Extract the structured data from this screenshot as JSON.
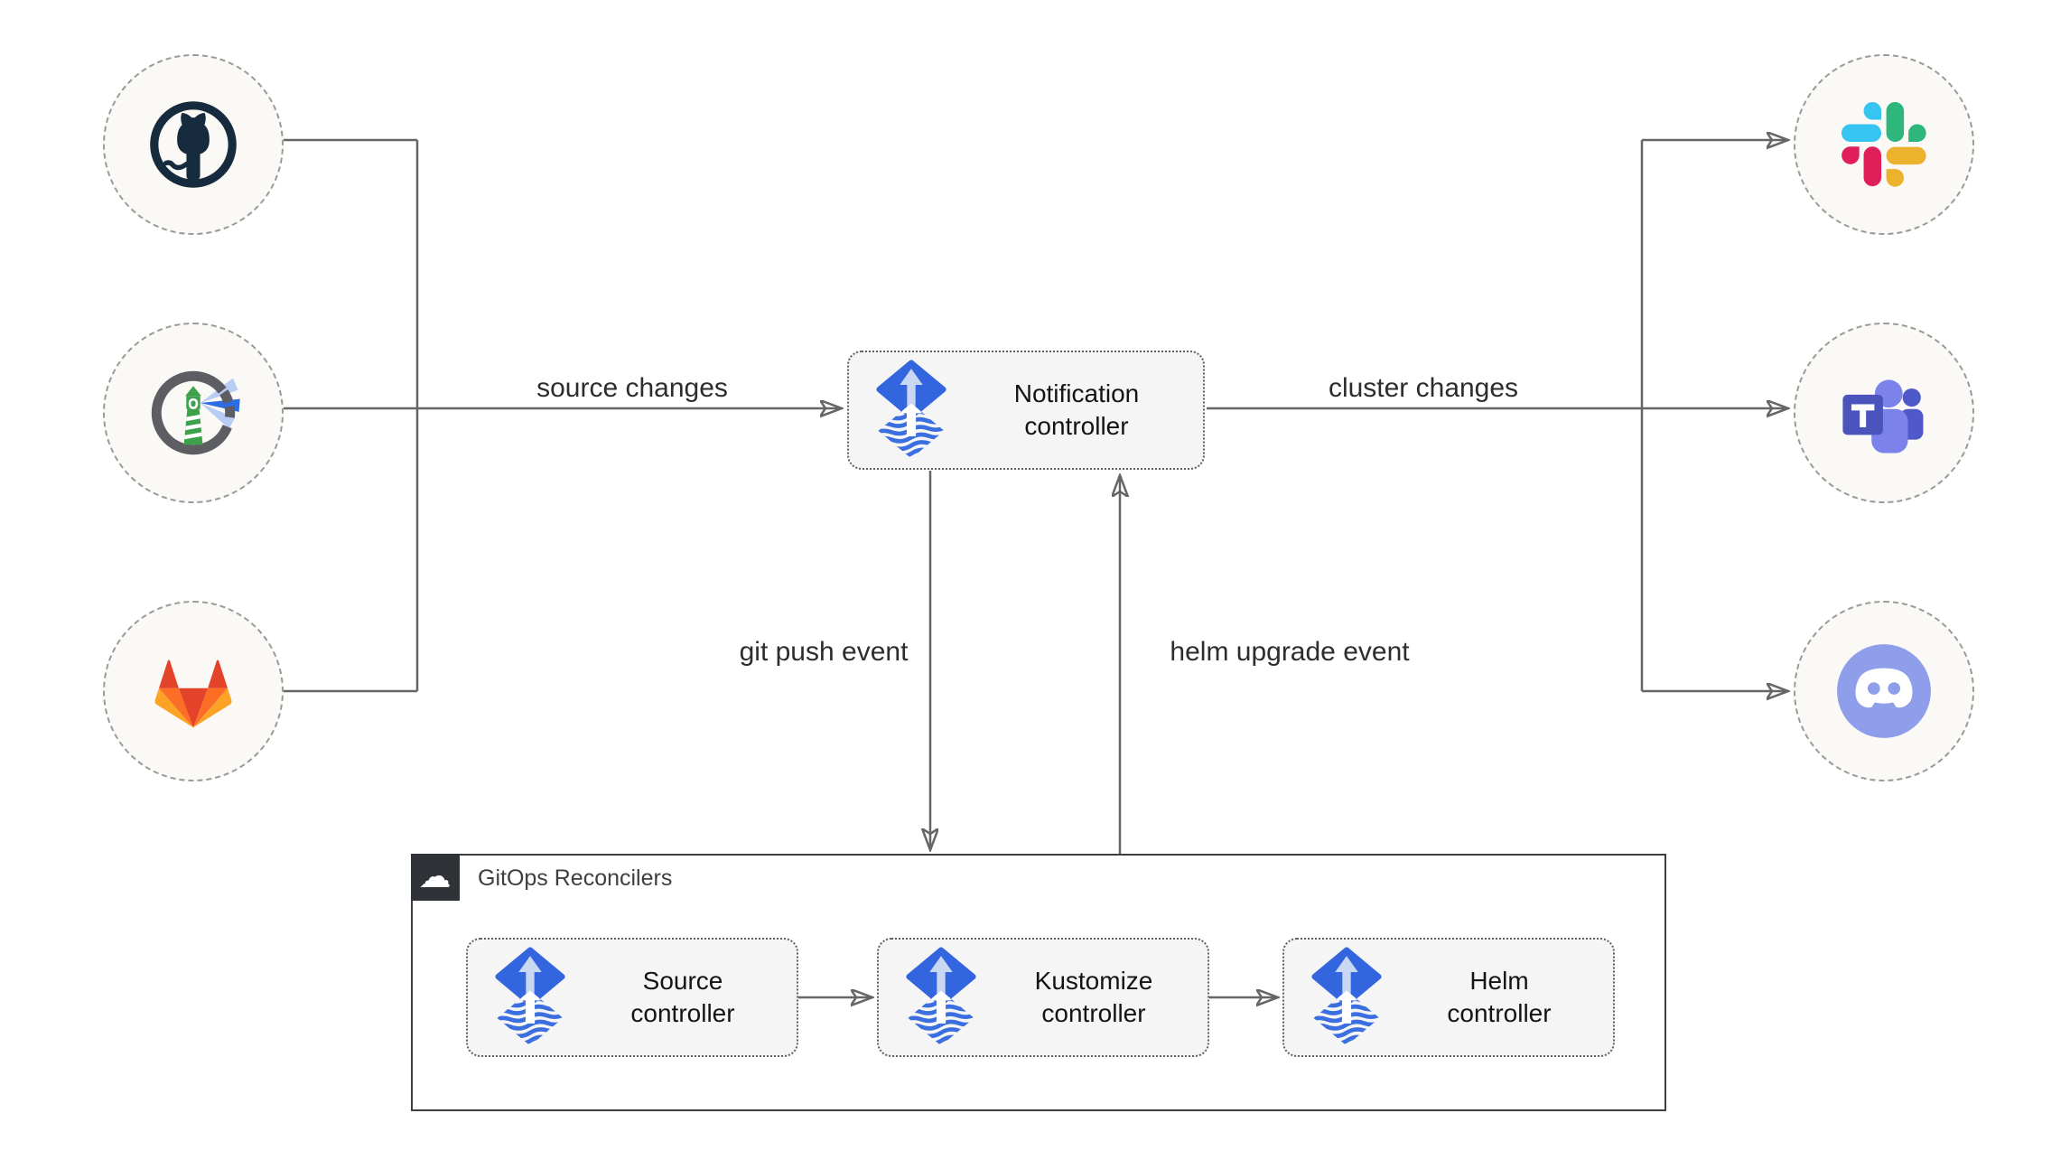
{
  "nodes": {
    "sources": [
      {
        "icon": "github-icon"
      },
      {
        "icon": "harbor-icon"
      },
      {
        "icon": "gitlab-icon"
      }
    ],
    "notification": {
      "line1": "Notification",
      "line2": "controller",
      "icon": "flux-icon"
    },
    "targets": [
      {
        "icon": "slack-icon"
      },
      {
        "icon": "teams-icon"
      },
      {
        "icon": "discord-icon"
      }
    ],
    "reconcilers": {
      "title": "GitOps Reconcilers",
      "icon": "cloud-icon",
      "controllers": [
        {
          "line1": "Source",
          "line2": "controller",
          "icon": "flux-icon"
        },
        {
          "line1": "Kustomize",
          "line2": "controller",
          "icon": "flux-icon"
        },
        {
          "line1": "Helm",
          "line2": "controller",
          "icon": "flux-icon"
        }
      ]
    }
  },
  "edges": {
    "source_changes": "source changes",
    "cluster_changes": "cluster changes",
    "git_push": "git push event",
    "helm_upgrade": "helm upgrade event"
  },
  "colors": {
    "line": "#666666",
    "circle_fill": "#faf9f5",
    "circle_border": "#9a9a9a",
    "box_fill": "#f5f5f5",
    "box_border": "#5f5f5f",
    "container_border": "#3f3f3f",
    "badge_bg": "#2f3236",
    "flux_blue": "#3365de",
    "flux_arrow": "#c9d7f3",
    "github_navy": "#172b3e",
    "harbor_green": "#3da14c",
    "harbor_beam_blue": "#2e6ce2",
    "gitlab_red": "#e24329",
    "gitlab_orange": "#fc6d26",
    "gitlab_yellow": "#fca326",
    "slack_blue": "#36c5f0",
    "slack_green": "#2eb67d",
    "slack_yellow": "#ecb22e",
    "slack_red": "#e01e5a",
    "teams_dark": "#4b53bc",
    "teams_light": "#7b83eb",
    "teams_mid": "#5059c9",
    "discord_blurple": "#8f9eea"
  }
}
